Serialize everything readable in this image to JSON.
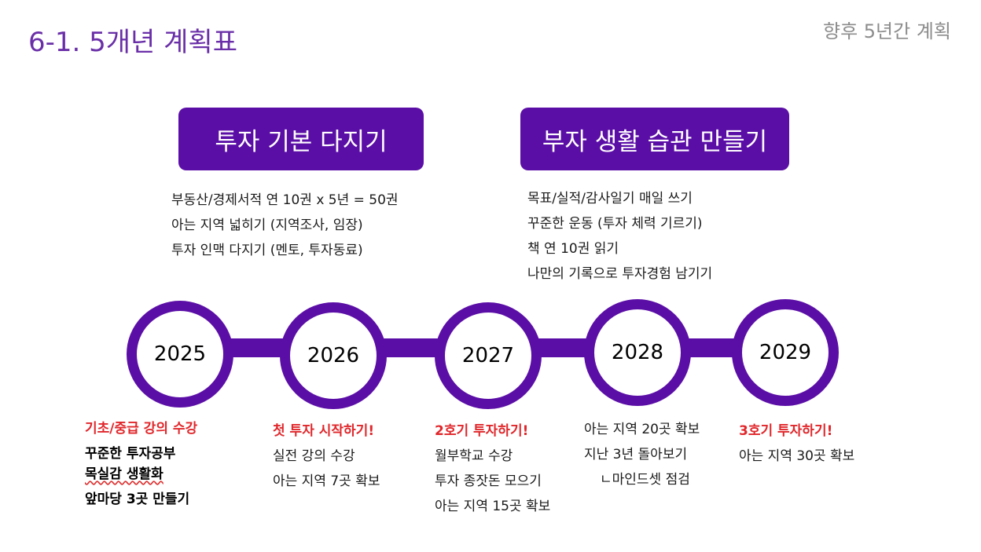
{
  "header": {
    "title": "6-1. 5개년 계획표",
    "subtitle": "향후 5년간 계획"
  },
  "banners": [
    {
      "label": "투자 기본 다지기",
      "items": [
        "부동산/경제서적 연 10권 x 5년 = 50권",
        "아는 지역 넓히기 (지역조사, 임장)",
        "투자 인맥 다지기 (멘토, 투자동료)"
      ]
    },
    {
      "label": "부자 생활 습관 만들기",
      "items": [
        "목표/실적/감사일기 매일 쓰기",
        "꾸준한 운동 (투자 체력 기르기)",
        "책 연 10권 읽기",
        "나만의 기록으로 투자경험 남기기"
      ]
    }
  ],
  "timeline": [
    {
      "year": "2025",
      "heading": "기초/중급 강의 수강",
      "lines": [
        "꾸준한 투자공부",
        "목실감 생활화",
        "앞마당 3곳 만들기"
      ]
    },
    {
      "year": "2026",
      "heading": "첫 투자 시작하기!",
      "lines": [
        "실전 강의 수강",
        "아는 지역 7곳 확보"
      ]
    },
    {
      "year": "2027",
      "heading": "2호기 투자하기!",
      "lines": [
        "월부학교 수강",
        "투자 종잣돈 모으기",
        "아는 지역 15곳 확보"
      ]
    },
    {
      "year": "2028",
      "lines": [
        "아는 지역 20곳 확보",
        "지난 3년 돌아보기",
        "ㄴ마인드셋 점검"
      ]
    },
    {
      "year": "2029",
      "heading": "3호기 투자하기!",
      "lines": [
        "아는 지역 30곳 확보"
      ]
    }
  ],
  "colors": {
    "accent": "#5b0ea6",
    "title": "#6a2fa8",
    "highlight": "#e0272b",
    "muted": "#8c8c8c"
  }
}
